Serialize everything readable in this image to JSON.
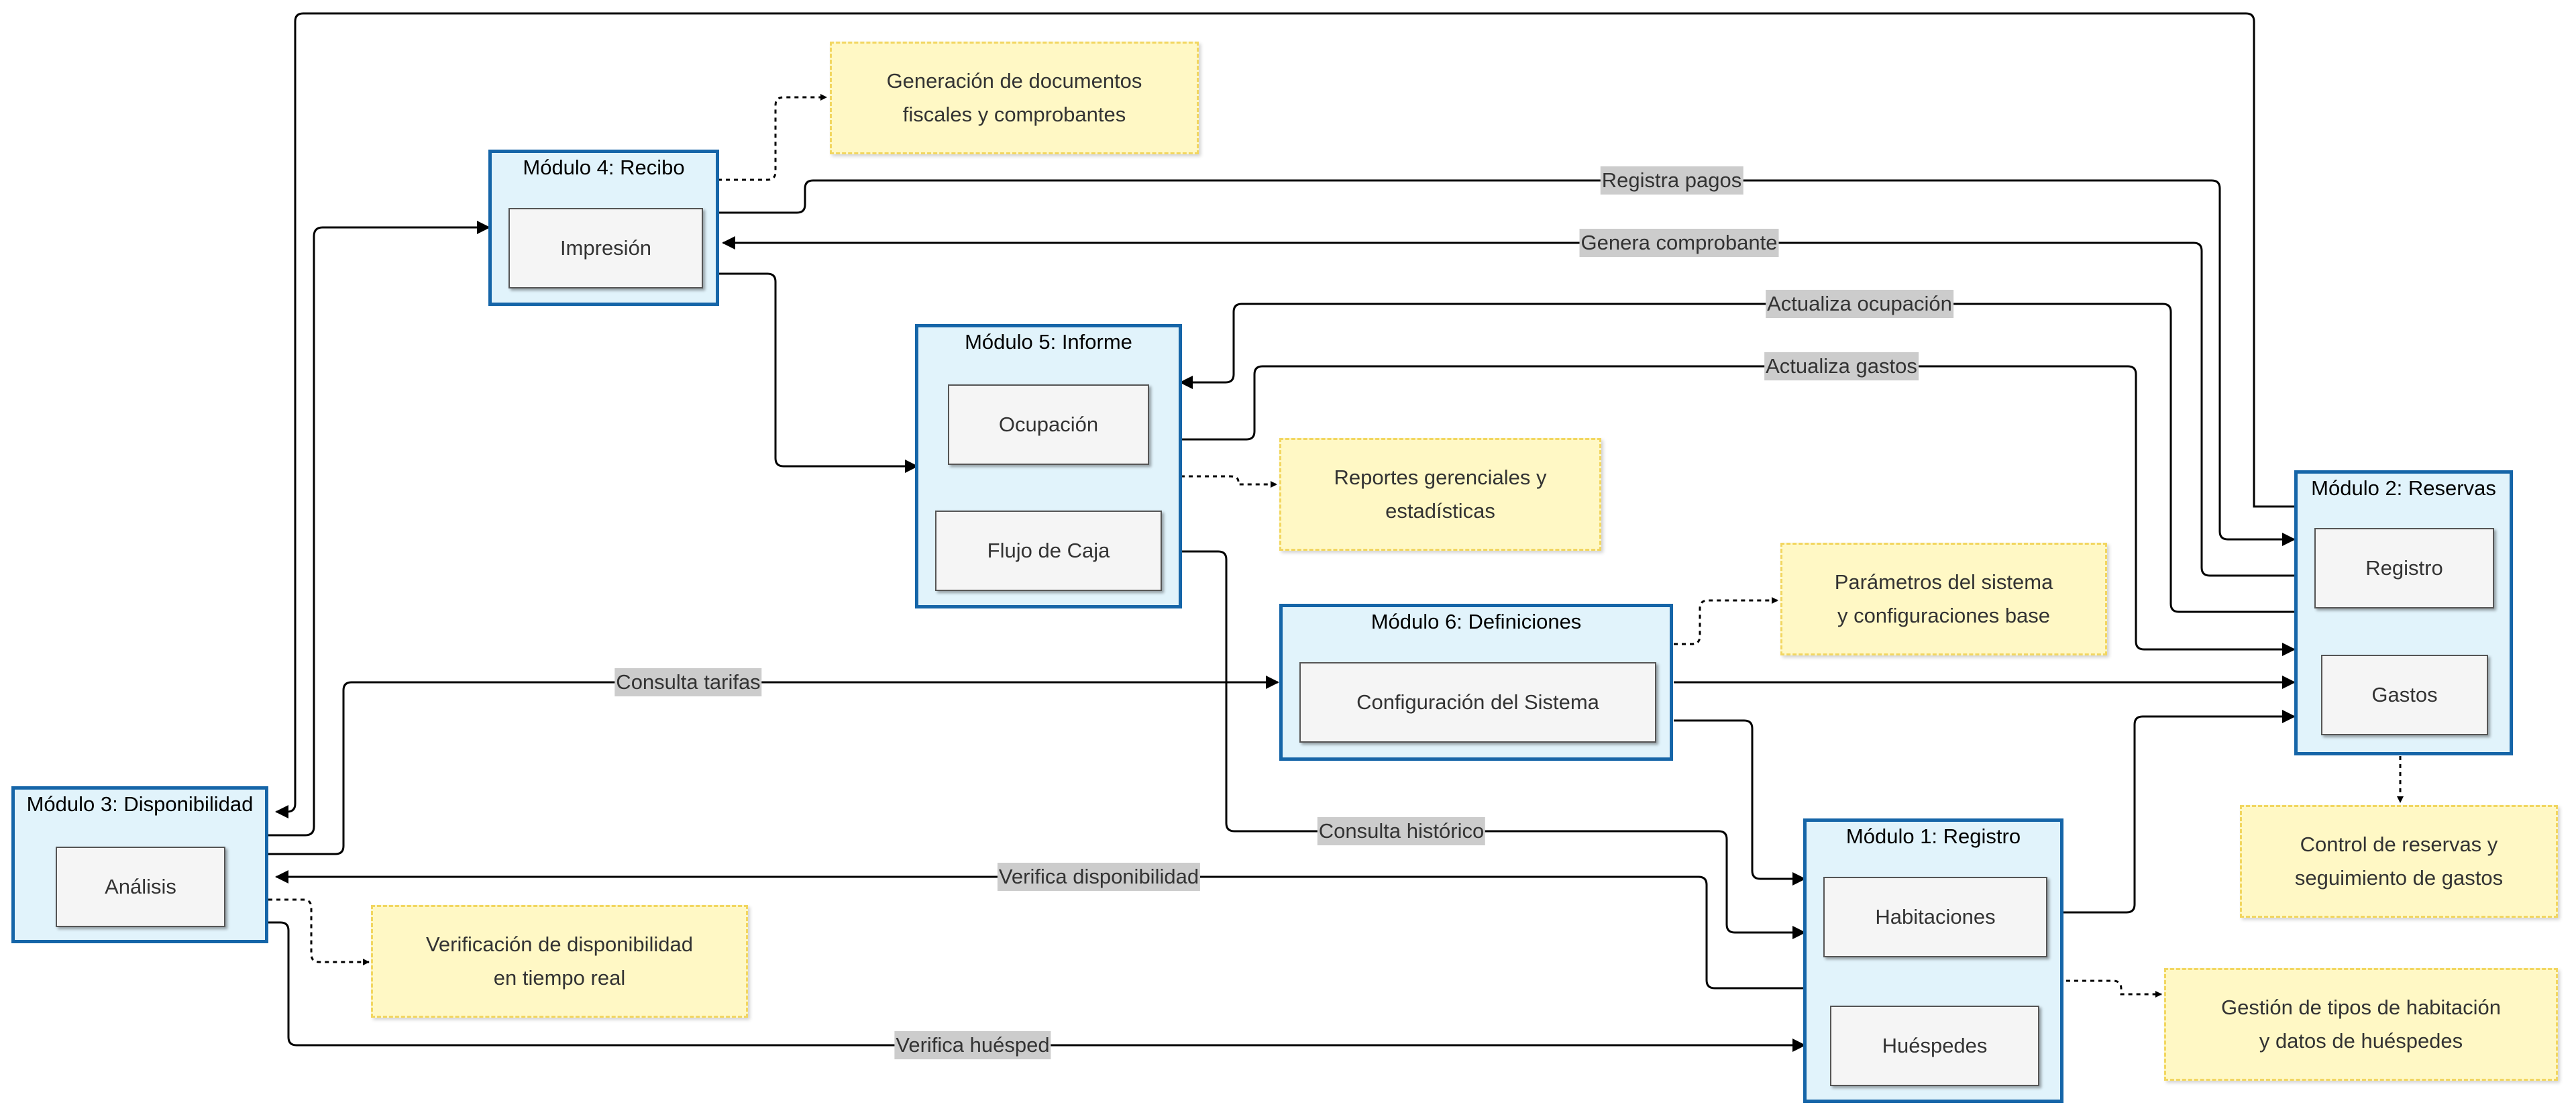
{
  "modules": {
    "registro": {
      "title": "Módulo 1: Registro",
      "items": [
        "Habitaciones",
        "Huéspedes"
      ]
    },
    "reservas": {
      "title": "Módulo 2: Reservas",
      "items": [
        "Registro",
        "Gastos"
      ]
    },
    "disponibilidad": {
      "title": "Módulo 3: Disponibilidad",
      "items": [
        "Análisis"
      ]
    },
    "recibo": {
      "title": "Módulo 4: Recibo",
      "items": [
        "Impresión"
      ]
    },
    "informe": {
      "title": "Módulo 5: Informe",
      "items": [
        "Ocupación",
        "Flujo de Caja"
      ]
    },
    "definiciones": {
      "title": "Módulo 6: Definiciones",
      "items": [
        "Configuración del Sistema"
      ]
    }
  },
  "notes": {
    "recibo": "Generación de documentos\nfiscales y comprobantes",
    "informe": "Reportes gerenciales y\nestadísticas",
    "definiciones": "Parámetros del sistema\ny configuraciones base",
    "reservas": "Control de reservas y\nseguimiento de gastos",
    "disponibilidad": "Verificación de disponibilidad\nen tiempo real",
    "registro": "Gestión de tipos de habitación\ny datos de huéspedes"
  },
  "edge_labels": {
    "registra_pagos": "Registra pagos",
    "genera_comprobante": "Genera comprobante",
    "actualiza_ocupacion": "Actualiza ocupación",
    "actualiza_gastos": "Actualiza gastos",
    "consulta_tarifas": "Consulta tarifas",
    "consulta_historico": "Consulta histórico",
    "verifica_disponibilidad": "Verifica disponibilidad",
    "verifica_huesped": "Verifica huésped"
  },
  "colors": {
    "module_fill": "#e1f3fb",
    "module_border": "#1565a8",
    "note_fill": "#fff8c5",
    "note_border": "#f2d660",
    "label_bg": "#cccccc"
  }
}
